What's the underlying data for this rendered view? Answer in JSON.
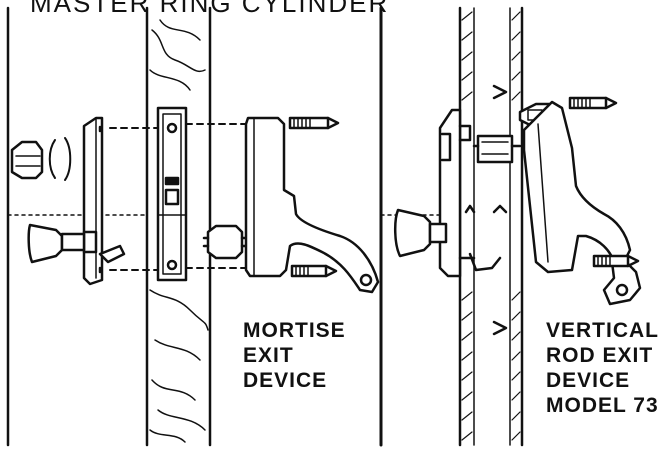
{
  "header": {
    "text": "MASTER RING CYLINDER"
  },
  "left_panel": {
    "label_lines": [
      "MORTISE",
      "EXIT",
      "DEVICE"
    ]
  },
  "right_panel": {
    "label_lines": [
      "VERTICAL",
      "ROD EXIT",
      "DEVICE",
      "MODEL 73"
    ]
  },
  "colors": {
    "ink": "#111111",
    "paper": "#ffffff",
    "wood": "#ffffff"
  }
}
